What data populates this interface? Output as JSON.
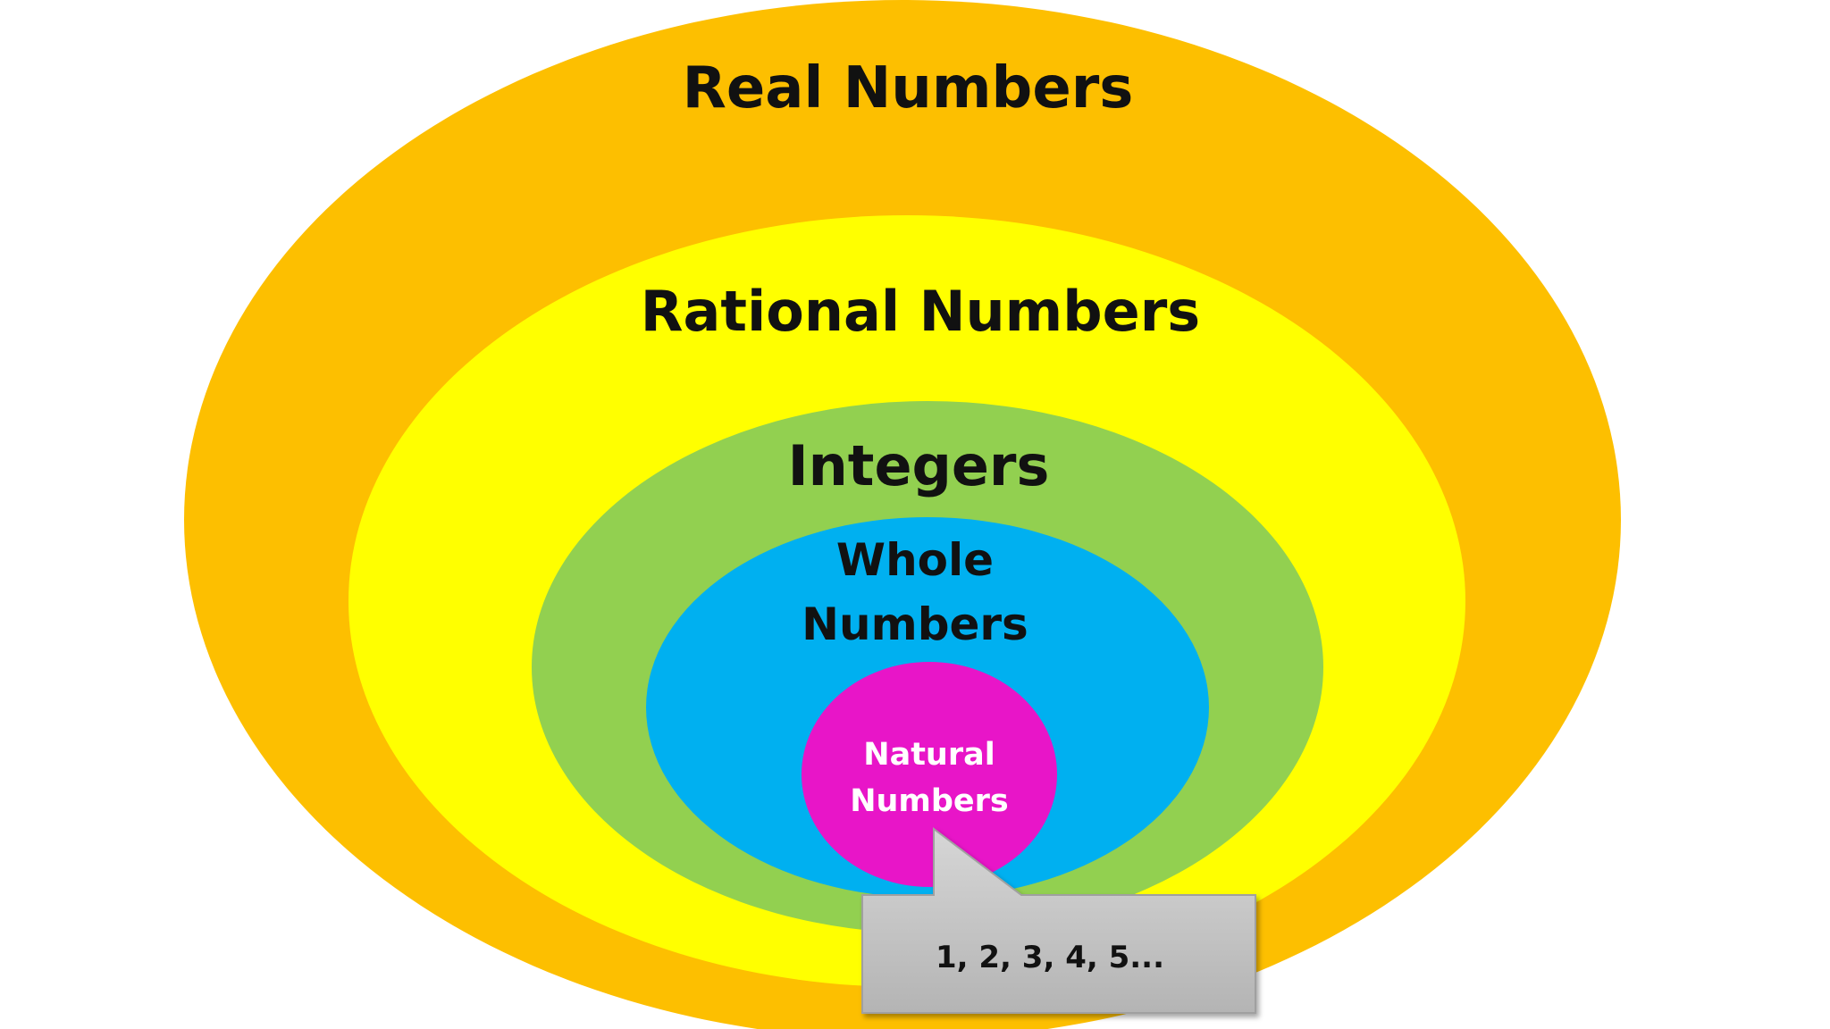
{
  "title": "",
  "sets": [
    {
      "name": "real",
      "label": "Real Numbers",
      "color": "#FDBF00"
    },
    {
      "name": "rational",
      "label": "Rational Numbers",
      "color": "#FFFF00"
    },
    {
      "name": "integers",
      "label": "Integers",
      "color": "#92D050"
    },
    {
      "name": "whole",
      "label_line1": "Whole",
      "label_line2": "Numbers",
      "color": "#00B0F0"
    },
    {
      "name": "natural",
      "label_line1": "Natural",
      "label_line2": "Numbers",
      "color": "#E815C8"
    }
  ],
  "callout": {
    "text": "1, 2, 3, 4, 5...",
    "color": "#C8C8C8"
  }
}
